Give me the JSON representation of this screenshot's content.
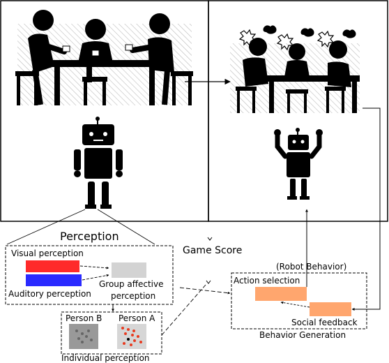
{
  "perception": {
    "title": "Perception",
    "visual_label": "Visual perception",
    "auditory_label": "Auditory perception",
    "group_label_line1": "Group affective",
    "group_label_line2": "perception",
    "individual_label": "Individual perception",
    "person_b_label": "Person B",
    "person_a_label": "Person A"
  },
  "game_score_label": "Game Score",
  "behavior": {
    "robot_behavior_label": "(Robot Behavior)",
    "action_selection_label": "Action selection",
    "social_feedback_label": "Social feedback",
    "generation_label": "Behavior Generation"
  },
  "colors": {
    "visual_bar": "#ff2a2a",
    "auditory_bar": "#2a2aff",
    "group_box": "#d3d3d3",
    "action_box": "#ffa66e",
    "person_b_bg": "#999999",
    "person_a_bg": "#d6d6d6",
    "person_a_dot": "#e83a1f",
    "black": "#000000"
  }
}
